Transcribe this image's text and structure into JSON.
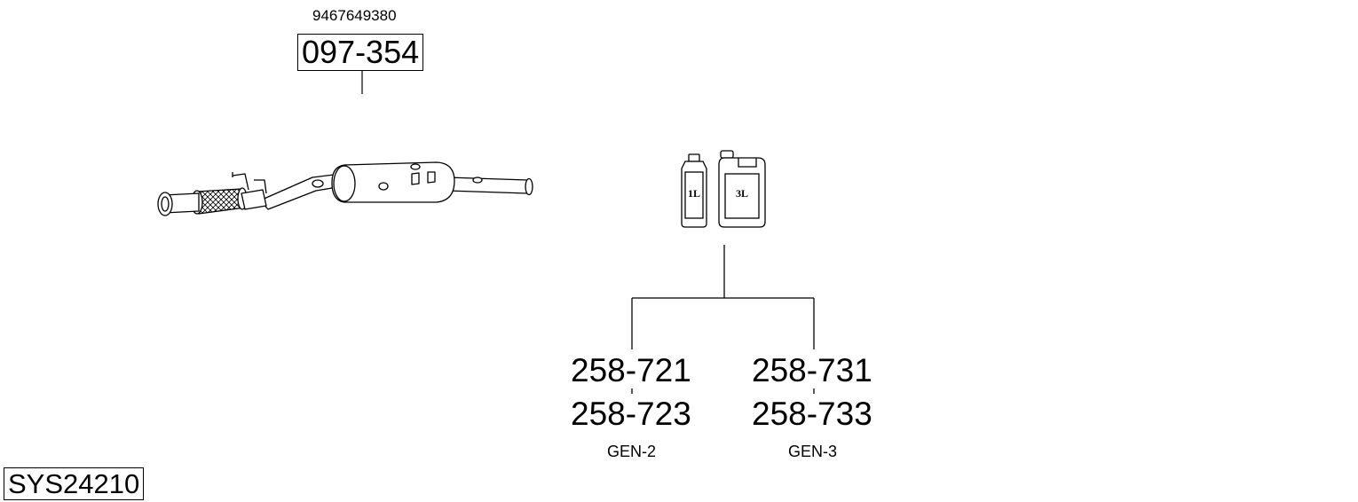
{
  "main_part": {
    "oem_number": "9467649380",
    "part_number": "097-354"
  },
  "fluids": {
    "small_label": "1L",
    "large_label": "3L",
    "groups": [
      {
        "top": "258-721",
        "bottom": "258-723",
        "generation": "GEN-2"
      },
      {
        "top": "258-731",
        "bottom": "258-733",
        "generation": "GEN-3"
      }
    ]
  },
  "system_code": "SYS24210",
  "colors": {
    "line": "#000000",
    "background": "#ffffff"
  }
}
